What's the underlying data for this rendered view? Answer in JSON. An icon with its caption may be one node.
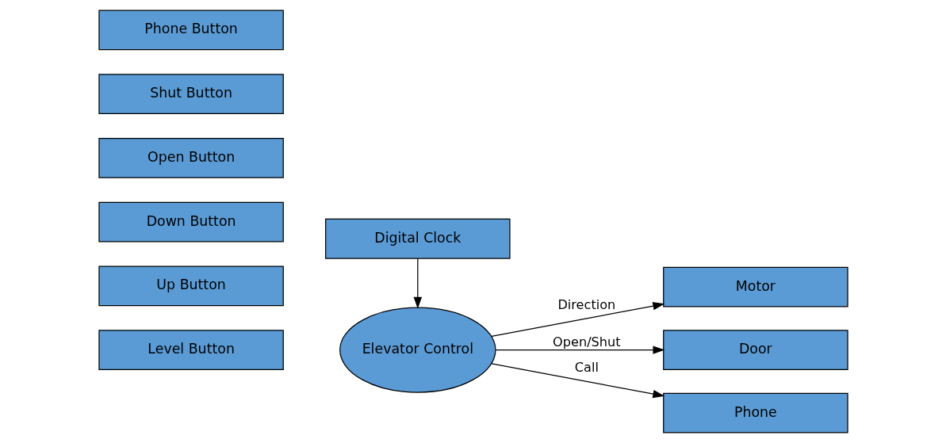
{
  "diagram": {
    "nodes": [
      {
        "text": [
          "Level Button"
        ]
      },
      {
        "text": [
          "Up Button"
        ]
      },
      {
        "text": [
          "Down Button"
        ]
      },
      {
        "text": [
          "Open Button"
        ]
      },
      {
        "text": [
          "Shut Button"
        ]
      },
      {
        "text": [
          "Phone Button"
        ]
      },
      {
        "text": [
          "Elevator Control"
        ]
      },
      {
        "text": [
          "Digital Clock"
        ]
      },
      {
        "text": [
          "Motor"
        ]
      },
      {
        "text": [
          "Door"
        ]
      },
      {
        "text": [
          "Phone"
        ]
      }
    ],
    "edges": [
      {
        "from": 7,
        "to": 6,
        "arrow": "to"
      },
      {
        "from": 6,
        "to": 8,
        "arrow": "to",
        "label": "Direction"
      },
      {
        "from": 6,
        "to": 9,
        "arrow": "to",
        "label": "Open/Shut"
      },
      {
        "from": 6,
        "to": 10,
        "arrow": "to",
        "label": "Call"
      }
    ]
  }
}
